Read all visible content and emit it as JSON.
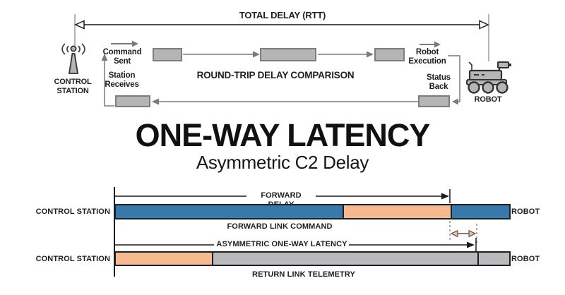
{
  "colors": {
    "forward_blue": "#3779AB",
    "gap_peach": "#F7B98E",
    "telemetry_gray": "#BABABB",
    "diagram_gray": "#7a7a7a",
    "ink": "#1a1a1a"
  },
  "rtt_diagram": {
    "total_delay_label": "TOTAL DELAY (RTT)",
    "comparison_label": "ROUND-TRIP DELAY COMPARISON",
    "command_sent": "Command\nSent",
    "station_receives": "Station\nReceives",
    "robot_execution": "Robot\nExecution",
    "status_back": "Status\nBack",
    "control_station": "CONTROL\nSTATION",
    "robot": "ROBOT"
  },
  "title": {
    "main": "ONE-WAY LATENCY",
    "subtitle": "Asymmetric C2 Delay"
  },
  "latency_diagram": {
    "forward": {
      "arrow_label": "FORWARD DELAY",
      "caption": "FORWARD LINK COMMAND",
      "left_label": "CONTROL STATION",
      "right_label": "ROBOT",
      "segments": [
        {
          "color": "#3779AB",
          "width": "57.6%"
        },
        {
          "color": "#F7B98E",
          "width": "27.5%"
        },
        {
          "color": "#3779AB",
          "width": "14.9%"
        }
      ]
    },
    "return": {
      "arrow_label": "ASYMMETRIC ONE-WAY LATENCY",
      "caption": "RETURN LINK TELEMETRY",
      "left_label": "CONTROL STATION",
      "right_label": "ROBOT",
      "segments": [
        {
          "color": "#F7B98E",
          "width": "24.4%"
        },
        {
          "color": "#BABABB",
          "width": "67.5%"
        },
        {
          "color": "#BABABB",
          "width": "8.1%"
        }
      ]
    }
  }
}
